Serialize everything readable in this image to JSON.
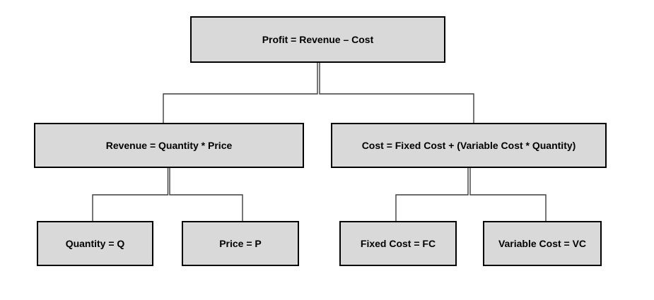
{
  "diagram": {
    "type": "tree",
    "description": "Profit formula breakdown flowchart",
    "nodes": {
      "profit": {
        "label": "Profit = Revenue – Cost"
      },
      "revenue": {
        "label": "Revenue = Quantity * Price"
      },
      "cost": {
        "label": "Cost = Fixed Cost + (Variable Cost * Quantity)"
      },
      "quantity": {
        "label": "Quantity = Q"
      },
      "price": {
        "label": "Price = P"
      },
      "fixed_cost": {
        "label": "Fixed Cost = FC"
      },
      "variable_cost": {
        "label": "Variable Cost = VC"
      }
    },
    "edges": [
      {
        "from": "profit",
        "to": "revenue"
      },
      {
        "from": "profit",
        "to": "cost"
      },
      {
        "from": "revenue",
        "to": "quantity"
      },
      {
        "from": "revenue",
        "to": "price"
      },
      {
        "from": "cost",
        "to": "fixed_cost"
      },
      {
        "from": "cost",
        "to": "variable_cost"
      }
    ],
    "colors": {
      "node_fill": "#d9d9d9",
      "node_border": "#000000",
      "node_text": "#000000",
      "connector": "#3d3d3d",
      "background": "#ffffff"
    }
  }
}
